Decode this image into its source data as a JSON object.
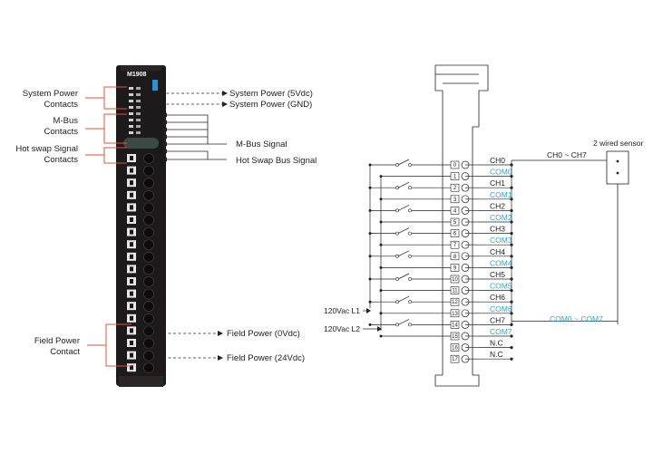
{
  "module": {
    "model": "M1908",
    "contacts": {
      "system_power": "System Power Contacts",
      "mbus": "M-Bus Contacts",
      "hot_swap": "Hot swap Signal Contacts",
      "field_power": "Field Power Contact"
    },
    "signals": {
      "sys_5v": "System Power (5Vdc)",
      "sys_gnd": "System Power (GND)",
      "mbus_signal": "M-Bus Signal",
      "hot_swap_signal": "Hot Swap Bus Signal",
      "field_0v": "Field Power (0Vdc)",
      "field_24v": "Field Power (24Vdc)"
    }
  },
  "wiring": {
    "terminals": [
      "0",
      "1",
      "2",
      "3",
      "4",
      "5",
      "6",
      "7",
      "8",
      "9",
      "10",
      "11",
      "12",
      "13",
      "14",
      "15",
      "16",
      "17"
    ],
    "pairs": [
      {
        "ch": "CH0",
        "com": "COM0"
      },
      {
        "ch": "CH1",
        "com": "COM1"
      },
      {
        "ch": "CH2",
        "com": "COM2"
      },
      {
        "ch": "CH3",
        "com": "COM3"
      },
      {
        "ch": "CH4",
        "com": "COM4"
      },
      {
        "ch": "CH5",
        "com": "COM5"
      },
      {
        "ch": "CH6",
        "com": "COM6"
      },
      {
        "ch": "CH7",
        "com": "COM7"
      }
    ],
    "nc": [
      "N.C",
      "N.C"
    ],
    "sensor": {
      "title": "2 wired sensor",
      "ch_range": "CH0 ~ CH7",
      "com_range": "COM0 ~ COM7"
    },
    "supply": {
      "l1": "120Vac L1",
      "l2": "120Vac L2"
    }
  }
}
